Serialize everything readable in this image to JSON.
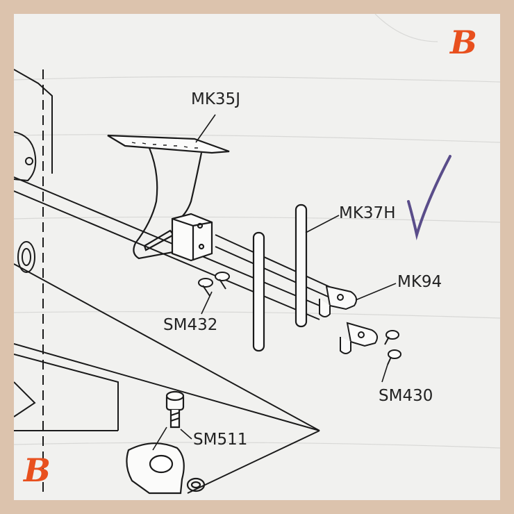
{
  "brand": {
    "logo_letter": "B",
    "logo_color": "#e8501e"
  },
  "diagram": {
    "labels": {
      "mk35j": "MK35J",
      "mk37h": "MK37H",
      "mk94": "MK94",
      "sm432": "SM432",
      "sm430": "SM430",
      "sm511": "SM511"
    },
    "check_mark_color": "#5a4d8a"
  }
}
